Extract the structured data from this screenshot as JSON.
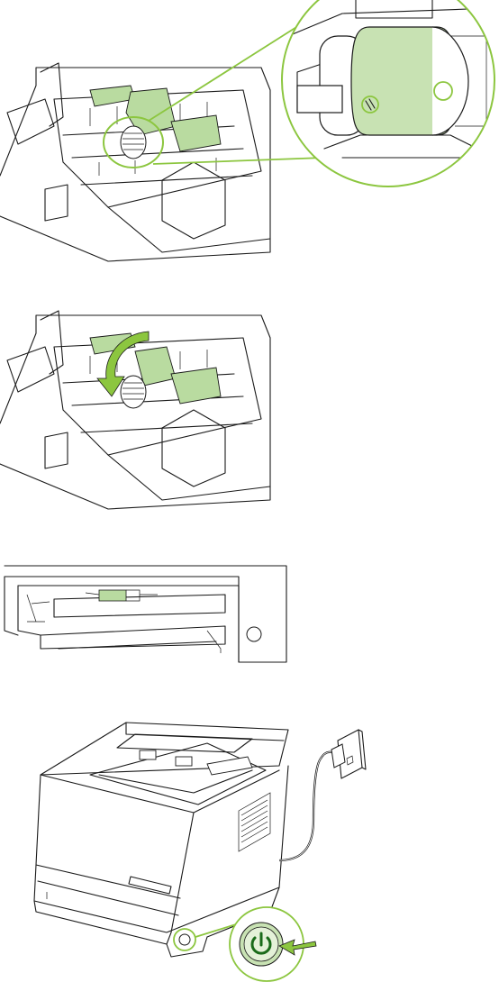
{
  "colors": {
    "accent_green": "#8cc63f",
    "part_highlight": "#b9dba0",
    "outline": "#1a1a1a",
    "background": "#ffffff"
  },
  "steps": [
    {
      "illustration": "pickup-roller-location-with-zoom-callout"
    },
    {
      "illustration": "rotate-roller-cover-down-arrow"
    },
    {
      "illustration": "close-front-door-view"
    },
    {
      "illustration": "plug-in-and-press-power-button"
    }
  ],
  "icons": [
    "rotate-arrow-icon",
    "power-icon",
    "press-arrow-icon",
    "power-plug-icon"
  ]
}
